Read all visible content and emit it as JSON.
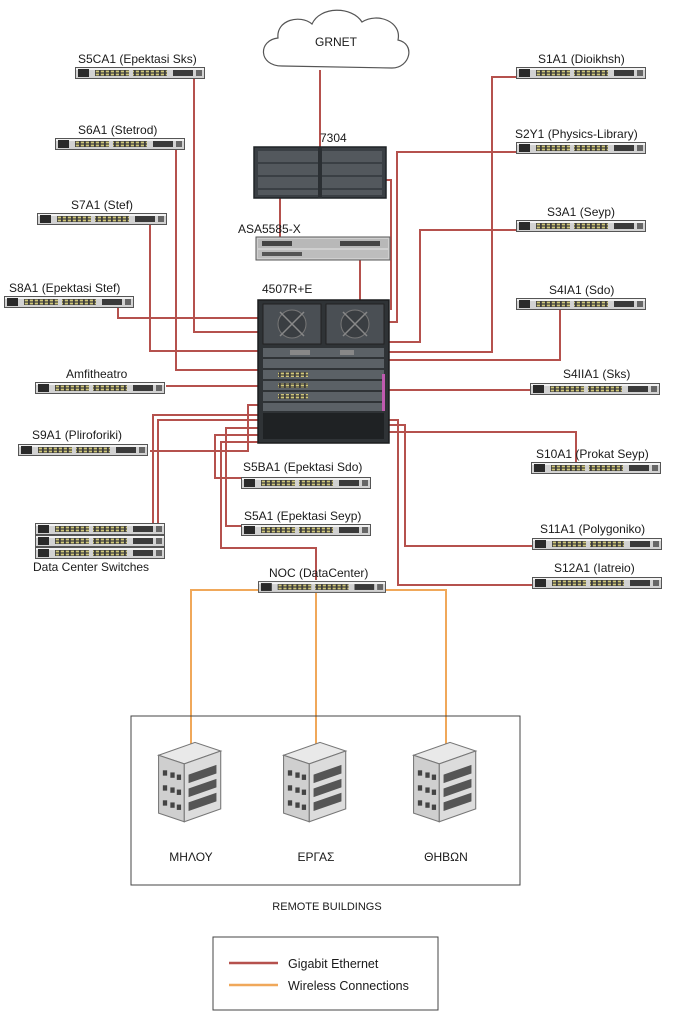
{
  "core": {
    "cloud": "GRNET",
    "router": "7304",
    "firewall": "ASA5585-X",
    "core_switch": "4507R+E",
    "noc": "NOC (DataCenter)"
  },
  "left_switches": [
    "S5CA1 (Epektasi Sks)",
    "S6A1 (Stetrod)",
    "S7A1 (Stef)",
    "S8A1 (Epektasi Stef)",
    "Amfitheatro",
    "S9A1 (Pliroforiki)"
  ],
  "datacenter_label": "Data Center Switches",
  "center_switches": [
    "S5BA1 (Epektasi Sdo)",
    "S5A1 (Epektasi Seyp)"
  ],
  "right_switches": [
    "S1A1 (Dioikhsh)",
    "S2Y1 (Physics-Library)",
    "S3A1 (Seyp)",
    "S4IA1 (Sdo)",
    "S4IIA1 (Sks)",
    "S10A1 (Prokat Seyp)",
    "S11A1 (Polygoniko)",
    "S12A1 (Iatreio)"
  ],
  "remote": {
    "title": "REMOTE BUILDINGS",
    "buildings": [
      "ΜΗΛΟΥ",
      "ΕΡΓΑΣ",
      "ΘΗΒΩΝ"
    ]
  },
  "legend": {
    "items": [
      {
        "label": "Gigabit Ethernet",
        "color": "#b5514d"
      },
      {
        "label": "Wireless Connections",
        "color": "#f0a85a"
      }
    ]
  },
  "colors": {
    "ethernet": "#b5514d",
    "wireless": "#f0a85a"
  }
}
